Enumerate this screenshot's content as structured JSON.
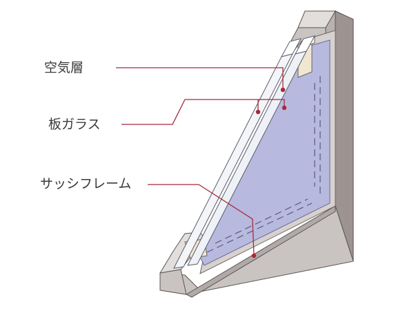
{
  "labels": {
    "air_layer": "空気層",
    "glass_pane": "板ガラス",
    "sash_frame": "サッシフレーム"
  },
  "colors": {
    "air_layer_fill": "#b8b9df",
    "glass_pane_fill": "#f3f5f9",
    "frame_front": "#c9c3c1",
    "frame_side": "#9d9491",
    "frame_top": "#e1dedc",
    "spacer": "#efe7d0",
    "leader_line": "#a8283a"
  }
}
